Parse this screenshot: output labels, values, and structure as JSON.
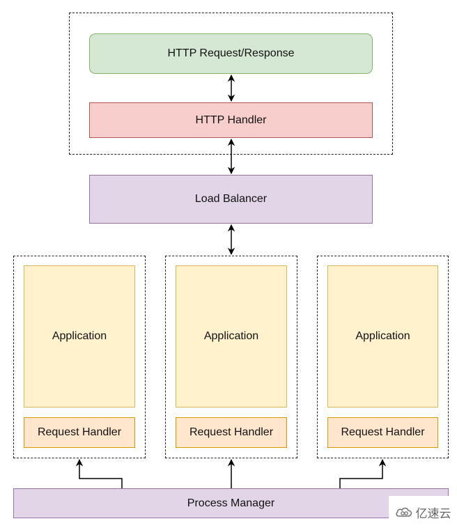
{
  "colors": {
    "green_fill": "#d5e8d4",
    "green_border": "#82b366",
    "red_fill": "#f8cecc",
    "red_border": "#b85450",
    "purple_fill": "#e1d5e7",
    "purple_border": "#9673a6",
    "yellow_fill": "#fff2cc",
    "yellow_border": "#d6b656",
    "orange_fill": "#ffe6cc",
    "orange_border": "#d79b00"
  },
  "diagram": {
    "http_request_response": "HTTP Request/Response",
    "http_handler": "HTTP Handler",
    "load_balancer": "Load Balancer",
    "process_manager": "Process Manager",
    "workers": [
      {
        "application": "Application",
        "request_handler": "Request Handler"
      },
      {
        "application": "Application",
        "request_handler": "Request Handler"
      },
      {
        "application": "Application",
        "request_handler": "Request Handler"
      }
    ]
  },
  "watermark": {
    "text": "亿速云",
    "icon": "cloud-logo-icon"
  }
}
